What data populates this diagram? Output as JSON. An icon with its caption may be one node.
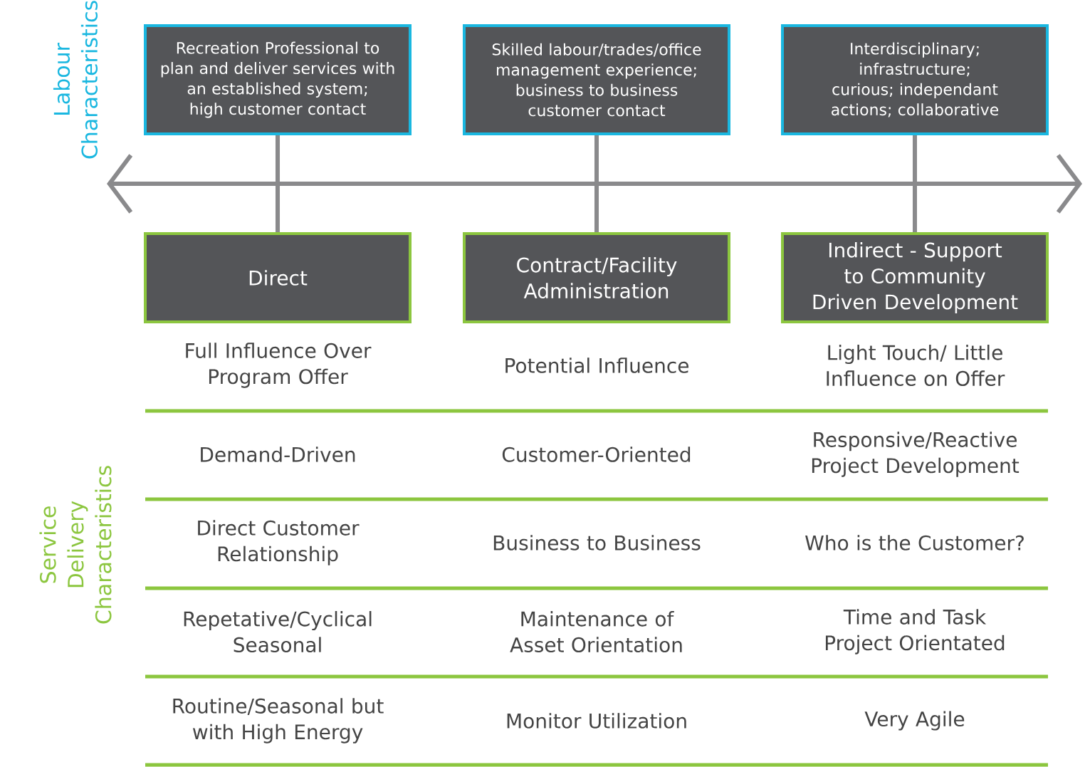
{
  "diagram": {
    "nodes": [
      {
        "text": [
          "Recreation Professional to plan and deliver services with an established system; high customer contact"
        ]
      },
      {
        "text": [
          "Skilled labour/trades/office management experience; business to business customer contact"
        ]
      },
      {
        "text": [
          "Interdisciplinary; infrastructure; curious; independant actions; collaborative"
        ]
      },
      {
        "text": [
          "Direct"
        ]
      },
      {
        "text": [
          "Contract/Facility Administration"
        ]
      },
      {
        "text": [
          "Indirect - Support to Community Driven Development"
        ]
      }
    ],
    "edges": [
      {
        "from": 0,
        "to": 3,
        "arrow": "none"
      },
      {
        "from": 1,
        "to": 4,
        "arrow": "none"
      },
      {
        "from": 2,
        "to": 5,
        "arrow": "none"
      }
    ],
    "labels": [
      "Labour Characteristics",
      "Service Delivery Characteristics",
      "Full Influence Over Program Offer",
      "Potential Influence",
      "Light Touch/ Little Influence on Offer",
      "Demand-Driven",
      "Customer-Oriented",
      "Responsive/Reactive Project Development",
      "Direct Customer Relationship",
      "Business to Business",
      "Who is the Customer?",
      "Repetative/Cyclical Seasonal",
      "Maintenance of Asset Orientation",
      "Time and Task Project Orientated",
      "Routine/Seasonal but with High Energy",
      "Monitor Utilization",
      "Very Agile"
    ]
  }
}
